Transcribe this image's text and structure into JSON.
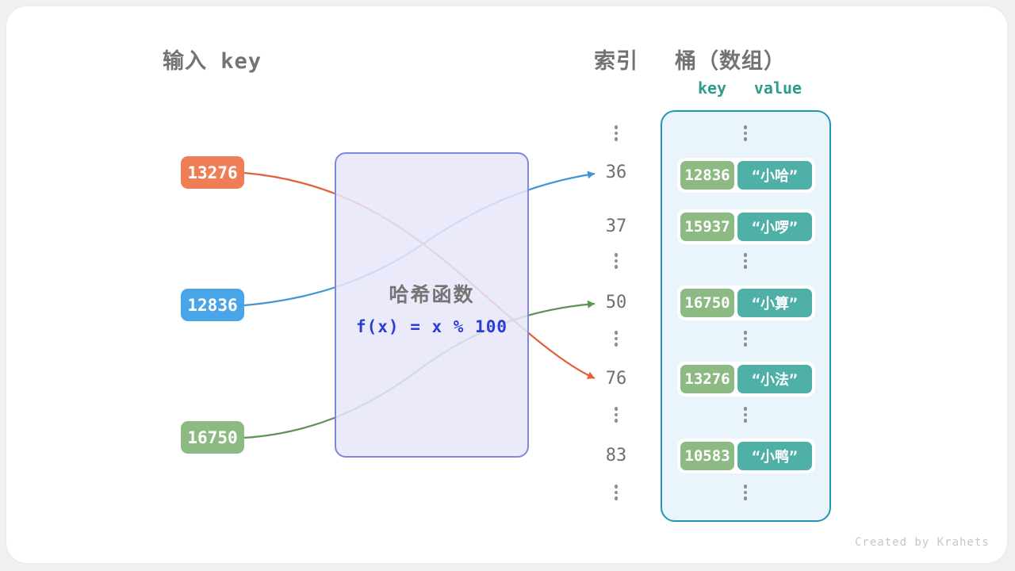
{
  "headings": {
    "input_key": "输入 key",
    "index": "索引",
    "bucket": "桶（数组）"
  },
  "bucket_header": {
    "key_label": "key",
    "value_label": "value"
  },
  "input_keys": [
    {
      "label": "13276",
      "color": "#ef7d55"
    },
    {
      "label": "12836",
      "color": "#4aa4e8"
    },
    {
      "label": "16750",
      "color": "#8cba82"
    }
  ],
  "hash_function": {
    "title": "哈希函数",
    "formula": "f(x) = x % 100"
  },
  "index_column": {
    "items": [
      "36",
      "37",
      "50",
      "76",
      "83"
    ]
  },
  "bucket": {
    "rows": [
      {
        "key": "12836",
        "value": "“小哈”"
      },
      {
        "key": "15937",
        "value": "“小啰”"
      },
      {
        "key": "16750",
        "value": "“小算”"
      },
      {
        "key": "13276",
        "value": "“小法”"
      },
      {
        "key": "10583",
        "value": "“小鸭”"
      }
    ]
  },
  "colors": {
    "arrow_orange": "#e2603c",
    "arrow_blue": "#4496d2",
    "arrow_green": "#5f9554",
    "key_box_green": "#8cba82",
    "value_box_teal": "#4fb0a8",
    "hash_box_border": "#7e87e2",
    "hash_box_fill": "#e6e7f9",
    "bucket_border": "#2197b8",
    "bucket_fill": "#e9f5fb",
    "formula_blue": "#2b3ed2",
    "heading_gray": "#737373",
    "kv_header_teal": "#2f9b8a"
  },
  "credit": "Created by Krahets"
}
